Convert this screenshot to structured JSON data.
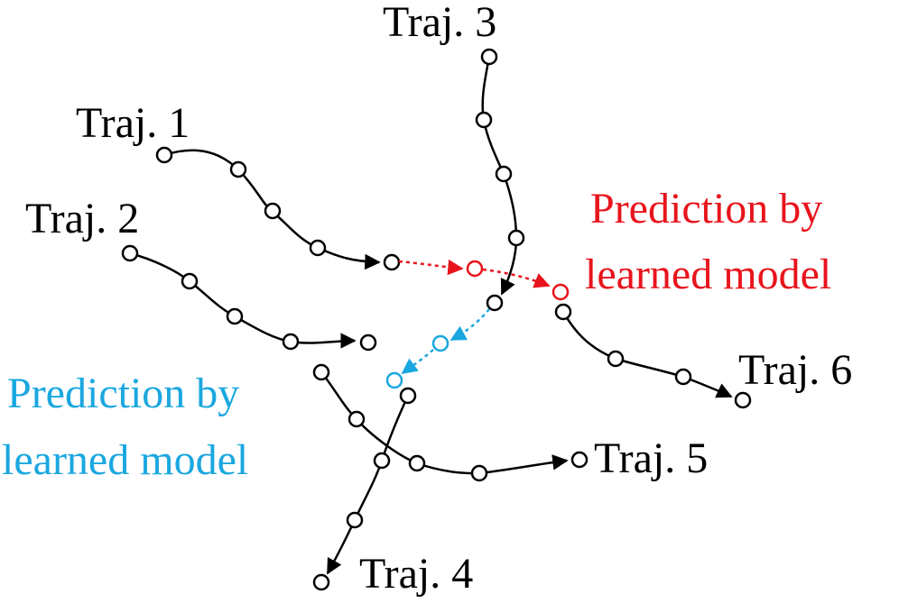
{
  "trajectory_labels": {
    "traj1": "Traj. 1",
    "traj2": "Traj. 2",
    "traj3": "Traj. 3",
    "traj4": "Traj. 4",
    "traj5": "Traj. 5",
    "traj6": "Traj. 6"
  },
  "prediction_labels": {
    "red_line1": "Prediction by",
    "red_line2": "learned model",
    "blue_line1": "Prediction by",
    "blue_line2": "learned model"
  },
  "colors": {
    "trajectory": "#000000",
    "prediction_red": "#e8141c",
    "prediction_blue": "#1aa7e0",
    "background": "#ffffff"
  }
}
